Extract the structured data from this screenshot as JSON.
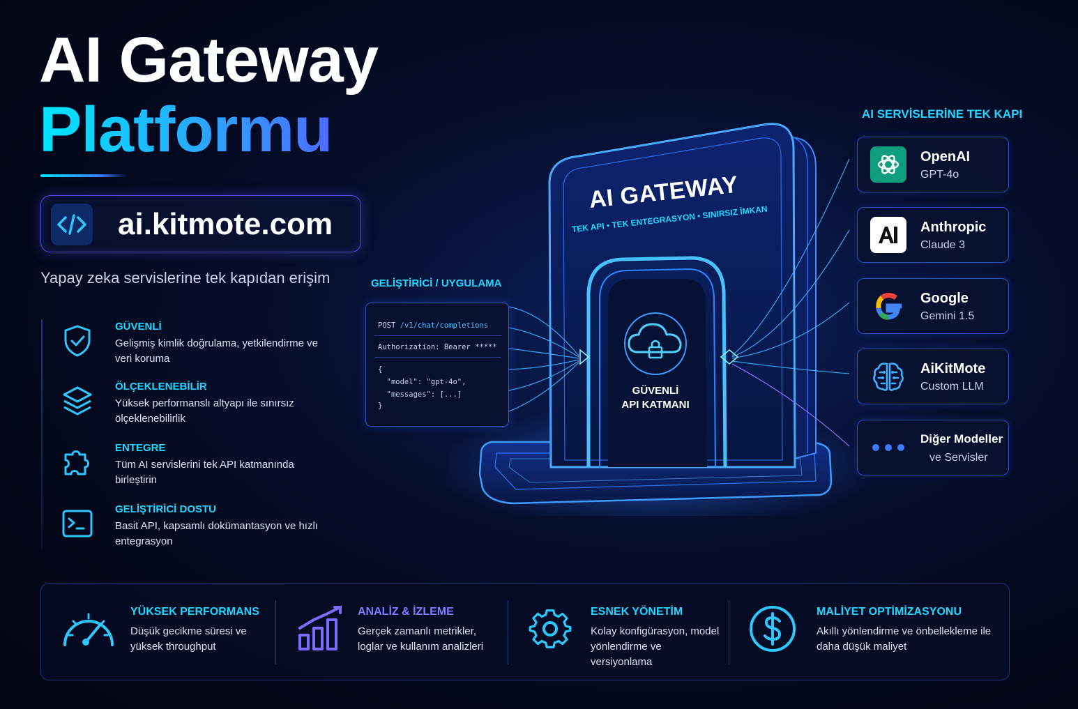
{
  "header": {
    "title_line1": "AI Gateway",
    "title_line2": "Platformu",
    "url": "ai.kitmote.com",
    "tagline": "Yapay zeka servislerine tek kapıdan erişim"
  },
  "features": [
    {
      "title": "GÜVENLİ",
      "desc": "Gelişmiş kimlik doğrulama, yetkilendirme ve veri koruma",
      "icon": "shield-check-icon"
    },
    {
      "title": "ÖLÇEKLENEBİLİR",
      "desc": "Yüksek performanslı altyapı ile sınırsız ölçeklenebilirlik",
      "icon": "layers-icon"
    },
    {
      "title": "ENTEGRE",
      "desc": "Tüm AI servislerini tek API katmanında birleştirin",
      "icon": "puzzle-icon"
    },
    {
      "title": "GELİŞTİRİCİ DOSTU",
      "desc": "Basit API, kapsamlı dokümantasyon ve hızlı entegrasyon",
      "icon": "terminal-icon"
    }
  ],
  "developer": {
    "label": "GELİŞTİRİCİ / UYGULAMA",
    "method": "POST",
    "path": "/v1/chat/completions",
    "auth": "Authorization: Bearer *****",
    "body": [
      "{",
      "  \"model\": \"gpt-4o\",",
      "  \"messages\": [...]",
      "}"
    ]
  },
  "gateway": {
    "title": "AI GATEWAY",
    "subtitle": "TEK API • TEK ENTEGRASYON • SINIRSIZ İMKAN",
    "secure_line1": "GÜVENLİ",
    "secure_line2": "API KATMANI"
  },
  "providers_heading": "AI SERVİSLERİNE TEK KAPI",
  "providers": [
    {
      "name": "OpenAI",
      "model": "GPT-4o",
      "icon": "openai-icon"
    },
    {
      "name": "Anthropic",
      "model": "Claude 3",
      "icon": "anthropic-icon"
    },
    {
      "name": "Google",
      "model": "Gemini 1.5",
      "icon": "google-icon"
    },
    {
      "name": "AiKitMote",
      "model": "Custom LLM",
      "icon": "brain-icon"
    },
    {
      "name": "Diğer Modeller",
      "model": "ve Servisler",
      "icon": "dots-icon"
    }
  ],
  "bottom": [
    {
      "title": "YÜKSEK PERFORMANS",
      "desc": "Düşük gecikme süresi ve yüksek throughput",
      "icon": "speedometer-icon",
      "color": "#1ed9ff"
    },
    {
      "title": "ANALİZ & İZLEME",
      "desc": "Gerçek zamanlı metrikler, loglar ve kullanım analizleri",
      "icon": "bar-chart-icon",
      "color": "#7b7bff"
    },
    {
      "title": "ESNEK YÖNETİM",
      "desc": "Kolay konfigürasyon, model yönlendirme ve versiyonlama",
      "icon": "gear-icon",
      "color": "#1ed9ff"
    },
    {
      "title": "MALİYET OPTİMİZASYONU",
      "desc": "Akıllı yönlendirme ve önbellekleme ile daha düşük maliyet",
      "icon": "dollar-icon",
      "color": "#1ed9ff"
    }
  ],
  "colors": {
    "accent_cyan": "#1ed9ff",
    "accent_blue": "#2f6bff",
    "accent_violet": "#7b5cff",
    "background": "#03071a"
  }
}
